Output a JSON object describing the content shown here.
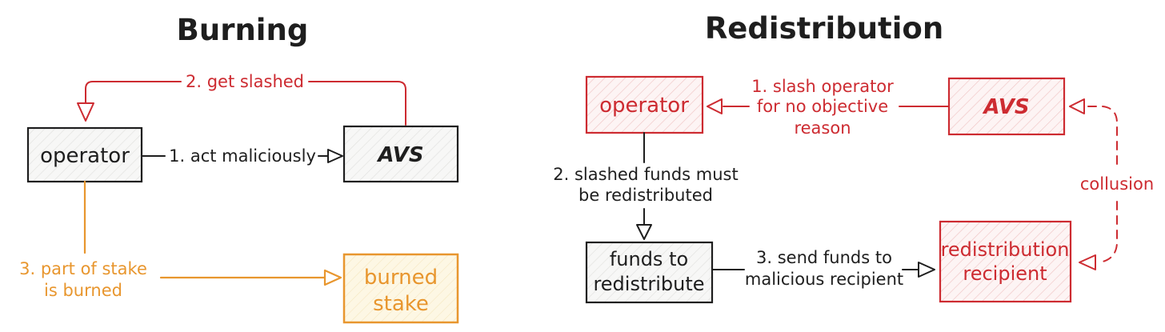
{
  "colors": {
    "black": "#1e1e1e",
    "red": "#cd2b31",
    "orange": "#e8962e"
  },
  "burning": {
    "title": "Burning",
    "operator_label": "operator",
    "avs_label": "AVS",
    "step1_label": "1. act maliciously",
    "step2_label": "2. get slashed",
    "step3_line1": "3. part of stake",
    "step3_line2": "is burned",
    "burned_stake_line1": "burned",
    "burned_stake_line2": "stake"
  },
  "redistribution": {
    "title": "Redistribution",
    "operator_label": "operator",
    "avs_label": "AVS",
    "step1_line1": "1. slash operator",
    "step1_line2": "for no objective",
    "step1_line3": "reason",
    "step2_line1": "2. slashed funds must",
    "step2_line2": "be redistributed",
    "funds_line1": "funds to",
    "funds_line2": "redistribute",
    "step3_line1": "3. send funds to",
    "step3_line2": "malicious recipient",
    "recipient_line1": "redistribution",
    "recipient_line2": "recipient",
    "collusion_label": "collusion"
  }
}
